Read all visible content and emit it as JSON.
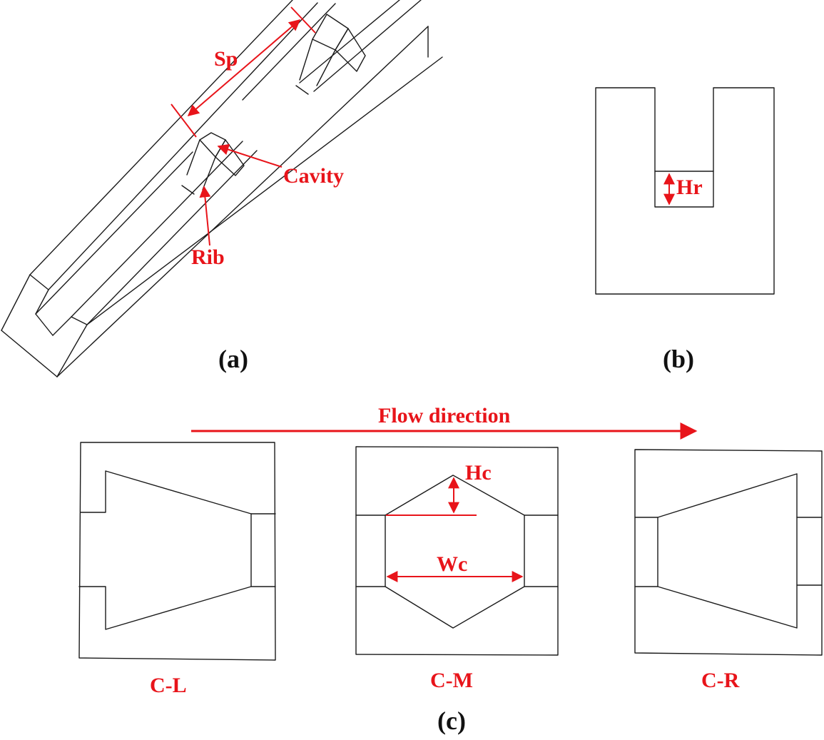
{
  "panel_a": {
    "caption": "(a)",
    "labels": {
      "spacing": "Sp",
      "cavity": "Cavity",
      "rib": "Rib"
    }
  },
  "panel_b": {
    "caption": "(b)",
    "labels": {
      "rib_height": "Hr"
    }
  },
  "panel_c": {
    "caption": "(c)",
    "flow_label": "Flow direction",
    "dimension_labels": {
      "cavity_height": "Hc",
      "cavity_width": "Wc"
    },
    "variants": [
      {
        "id": "left",
        "label": "C-L"
      },
      {
        "id": "middle",
        "label": "C-M"
      },
      {
        "id": "right",
        "label": "C-R"
      }
    ]
  },
  "colors": {
    "annotation": "#e8141a",
    "line": "#1a1a1a",
    "text": "#111111"
  }
}
